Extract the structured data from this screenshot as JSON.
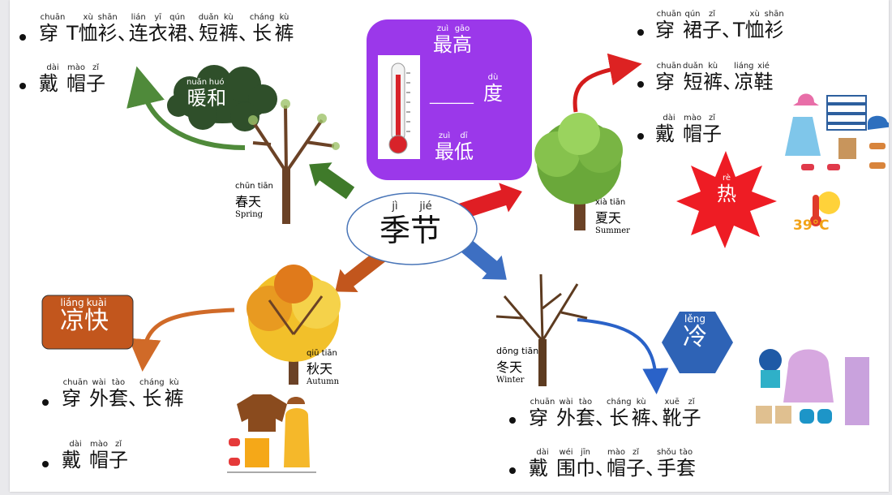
{
  "center": {
    "pinyin": [
      "jì",
      "jié"
    ],
    "hanzi": [
      "季",
      "节"
    ]
  },
  "temp_box": {
    "highest": {
      "pinyin": [
        "zuì",
        "gāo"
      ],
      "hanzi": [
        "最",
        "高"
      ]
    },
    "blank": "______",
    "degree": {
      "pinyin": "dù",
      "hanzi": "度"
    },
    "lowest": {
      "pinyin": [
        "zuì",
        "dī"
      ],
      "hanzi": [
        "最",
        "低"
      ]
    }
  },
  "seasons": {
    "spring": {
      "pinyin": "chūn tiān",
      "hanzi": "春天",
      "english": "Spring"
    },
    "summer": {
      "pinyin": "xià tiān",
      "hanzi": "夏天",
      "english": "Summer"
    },
    "autumn": {
      "pinyin": "qiū tiān",
      "hanzi": "秋天",
      "english": "Autumn"
    },
    "winter": {
      "pinyin": "dōng tiān",
      "hanzi": "冬天",
      "english": "Winter"
    }
  },
  "weather": {
    "warm": {
      "pinyin": [
        "nuǎn",
        "huó"
      ],
      "hanzi": [
        "暖",
        "和"
      ]
    },
    "hot": {
      "pinyin": "rè",
      "hanzi": "热"
    },
    "cool": {
      "pinyin": [
        "liáng",
        "kuài"
      ],
      "hanzi": [
        "凉",
        "快"
      ]
    },
    "cold": {
      "pinyin": "lěng",
      "hanzi": "冷"
    }
  },
  "thermometer_reading": "39°C",
  "clothing": {
    "spring": [
      {
        "segments": [
          [
            "chuān",
            "穿"
          ],
          [
            "",
            "T"
          ],
          [
            "xù",
            "恤"
          ],
          [
            "shān",
            "衫"
          ],
          [
            "",
            "、"
          ],
          [
            "lián",
            "连"
          ],
          [
            "yī",
            "衣"
          ],
          [
            "qún",
            "裙"
          ],
          [
            "",
            "、"
          ],
          [
            "duǎn",
            "短"
          ],
          [
            "kù",
            "裤"
          ],
          [
            "",
            "、"
          ],
          [
            "cháng",
            "长"
          ],
          [
            "kù",
            "裤"
          ]
        ]
      },
      {
        "segments": [
          [
            "dài",
            "戴"
          ],
          [
            "mào",
            "帽"
          ],
          [
            "zǐ",
            "子"
          ]
        ]
      }
    ],
    "summer": [
      {
        "segments": [
          [
            "chuān",
            "穿"
          ],
          [
            "qún",
            "裙"
          ],
          [
            "zǐ",
            "子"
          ],
          [
            "",
            "、"
          ],
          [
            "",
            "T"
          ],
          [
            "xù",
            "恤"
          ],
          [
            "shān",
            "衫"
          ]
        ]
      },
      {
        "segments": [
          [
            "chuān",
            "穿"
          ],
          [
            "duǎn",
            "短"
          ],
          [
            "kù",
            "裤"
          ],
          [
            "",
            "、"
          ],
          [
            "liáng",
            "凉"
          ],
          [
            "xié",
            "鞋"
          ]
        ]
      },
      {
        "segments": [
          [
            "dài",
            "戴"
          ],
          [
            "mào",
            "帽"
          ],
          [
            "zǐ",
            "子"
          ]
        ]
      }
    ],
    "autumn": [
      {
        "segments": [
          [
            "chuān",
            "穿"
          ],
          [
            "wài",
            "外"
          ],
          [
            "tào",
            "套"
          ],
          [
            "",
            "、"
          ],
          [
            "cháng",
            "长"
          ],
          [
            "kù",
            "裤"
          ]
        ]
      },
      {
        "segments": [
          [
            "dài",
            "戴"
          ],
          [
            "mào",
            "帽"
          ],
          [
            "zǐ",
            "子"
          ]
        ]
      }
    ],
    "winter": [
      {
        "segments": [
          [
            "chuān",
            "穿"
          ],
          [
            "wài",
            "外"
          ],
          [
            "tào",
            "套"
          ],
          [
            "",
            "、"
          ],
          [
            "cháng",
            "长"
          ],
          [
            "kù",
            "裤"
          ],
          [
            "",
            "、"
          ],
          [
            "xuē",
            "靴"
          ],
          [
            "zǐ",
            "子"
          ]
        ]
      },
      {
        "segments": [
          [
            "dài",
            "戴"
          ],
          [
            "wéi",
            "围"
          ],
          [
            "jīn",
            "巾"
          ],
          [
            "",
            "、"
          ],
          [
            "mào",
            "帽"
          ],
          [
            "zǐ",
            "子"
          ],
          [
            "",
            "、"
          ],
          [
            "shǒu",
            "手"
          ],
          [
            "tào",
            "套"
          ]
        ]
      }
    ]
  },
  "colors": {
    "warm_cloud": "#2f4f2a",
    "warm_arrow": "#4f8a3a",
    "purple_box": "#9b38ea",
    "red_arrow": "#e01e24",
    "cool_box": "#c2561d",
    "autumn_arrow": "#d06a28",
    "cold_hex": "#2e63b6",
    "winter_arrow": "#3d6fc2",
    "hot_star": "#ee1c24"
  }
}
